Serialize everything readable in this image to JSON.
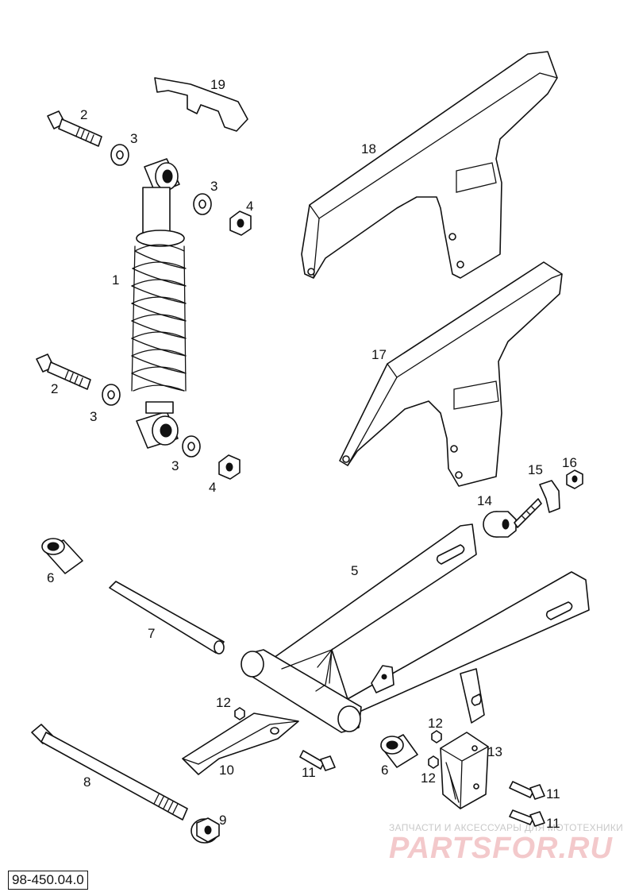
{
  "callouts": {
    "c1": "1",
    "c2a": "2",
    "c2b": "2",
    "c3a": "3",
    "c3b": "3",
    "c3c": "3",
    "c3d": "3",
    "c4a": "4",
    "c4b": "4",
    "c5": "5",
    "c6a": "6",
    "c6b": "6",
    "c7": "7",
    "c8": "8",
    "c9": "9",
    "c10": "10",
    "c11a": "11",
    "c11b": "11",
    "c11c": "11",
    "c12a": "12",
    "c12b": "12",
    "c12c": "12",
    "c13": "13",
    "c14": "14",
    "c15": "15",
    "c16": "16",
    "c17": "17",
    "c18": "18",
    "c19": "19"
  },
  "drawing_number": "98-450.04.0",
  "watermark": {
    "tagline": "ЗАПЧАСТИ И АКСЕССУАРЫ ДЛЯ МОТОТЕХНИКИ",
    "brand": "PARTSFOR.RU"
  }
}
